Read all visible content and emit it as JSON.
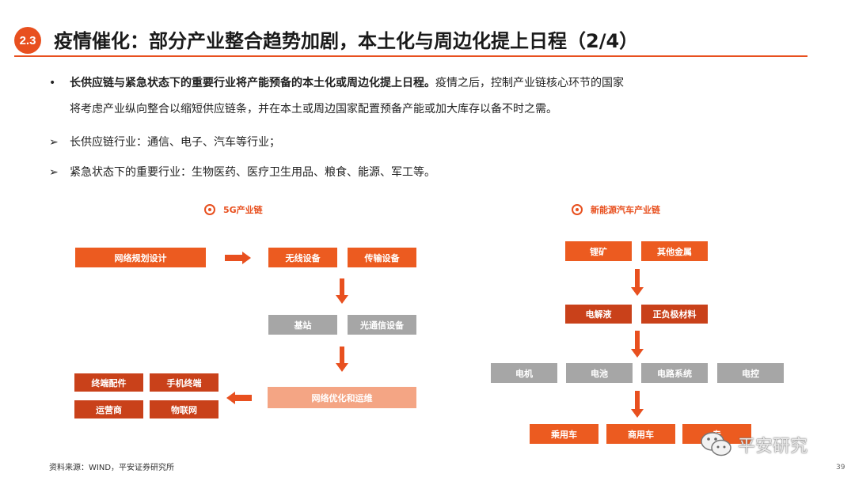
{
  "header": {
    "badge": "2.3",
    "title": "疫情催化：部分产业整合趋势加剧，本土化与周边化提上日程（2/4）"
  },
  "content": {
    "p1_bullet": "•",
    "p1_bold": "长供应链与紧急状态下的重要行业将产能预备的本土化或周边化提上日程。",
    "p1_rest": "疫情之后，控制产业链核心环节的国家",
    "p1_line2": "将考虑产业纵向整合以缩短供应链条，并在本土或周边国家配置预备产能或加大库存以备不时之需。",
    "p2_bullet": "➢",
    "p2": "长供应链行业：通信、电子、汽车等行业；",
    "p3_bullet": "➢",
    "p3": "紧急状态下的重要行业：生物医药、医疗卫生用品、粮食、能源、军工等。"
  },
  "diagram_5g": {
    "title": "5G产业链",
    "network_planning": "网络规划设计",
    "wireless_equipment": "无线设备",
    "transmission_equipment": "传输设备",
    "base_station": "基站",
    "optical_comm_equipment": "光通信设备",
    "network_optimization": "网络优化和运维",
    "terminal_parts": "终端配件",
    "phone_terminal": "手机终端",
    "operator": "运营商",
    "iot": "物联网"
  },
  "diagram_nev": {
    "title": "新能源汽车产业链",
    "lithium_ore": "锂矿",
    "other_metals": "其他金属",
    "electrolyte": "电解液",
    "electrode_materials": "正负极材料",
    "motor": "电机",
    "battery": "电池",
    "circuit_system": "电路系统",
    "electric_control": "电控",
    "passenger_car": "乘用车",
    "commercial_vehicle": "商用车",
    "third_vehicle": "专"
  },
  "footer": {
    "source": "资料来源：WIND，平安证券研究所",
    "page_number": "39",
    "watermark": "平安研究"
  },
  "colors": {
    "accent": "#e8501f",
    "box_orange": "#ec5b20",
    "box_dark": "#c9411a",
    "box_gray": "#a6a6a6",
    "box_light": "#f4a584"
  }
}
